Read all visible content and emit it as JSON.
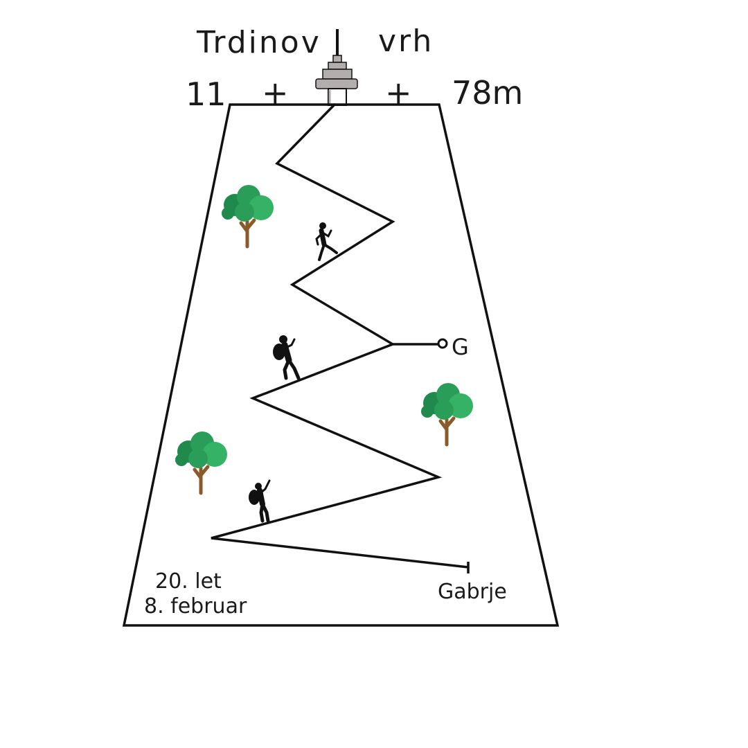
{
  "title": {
    "left_word": "Trdinov",
    "right_word": "vrh"
  },
  "elevation": {
    "hundreds": "11",
    "plus_left": "+",
    "plus_right": "+",
    "tail": "78m"
  },
  "checkpoint": {
    "label": "G"
  },
  "start": {
    "label": "Gabrje"
  },
  "event": {
    "anniversary": "20. let",
    "date": "8. februar"
  },
  "colors": {
    "ink": "#111111",
    "tree_dark": "#1f8a4c",
    "tree_mid": "#2a9d58",
    "tree_light": "#36b266",
    "trunk": "#8a5a2b",
    "tower": "#b3adad"
  },
  "icons": [
    "tv-tower-icon",
    "tree-icon",
    "runner-icon",
    "hiker-icon"
  ]
}
